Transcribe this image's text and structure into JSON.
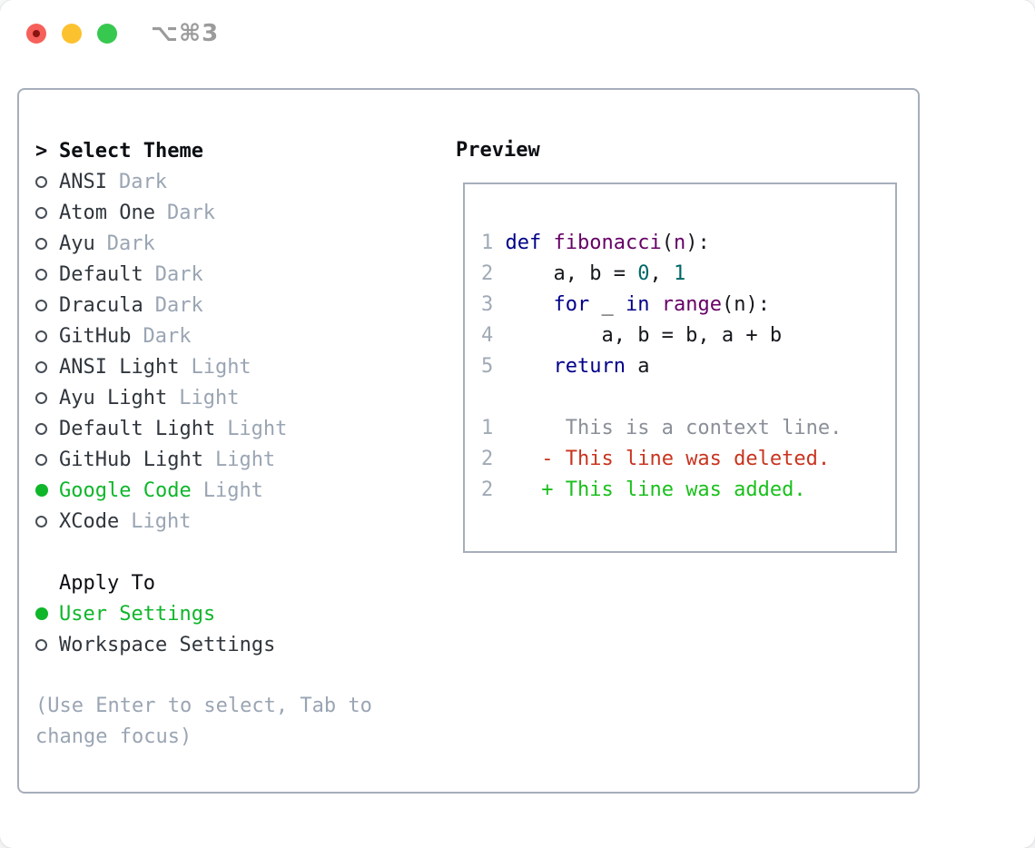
{
  "window": {
    "title": "⌥⌘3",
    "traffic_lights": {
      "close": "close-button",
      "minimize": "minimize-button",
      "zoom": "zoom-button"
    }
  },
  "colors": {
    "panel_border": "#a6aeba",
    "accent_green": "#0fb62a",
    "text_primary": "#30363d",
    "text_bold": "#0b0e12",
    "muted": "#9aa5b3",
    "traffic_red": "#f6605a",
    "traffic_red_dot": "#8a1410",
    "traffic_yellow": "#fcc12f",
    "traffic_green": "#37c84f",
    "code": {
      "line_number": "#a0aab6",
      "keyword": "#000088",
      "title": "#660066",
      "number": "#006666",
      "plain": "#15181c",
      "context": "#8a8f98",
      "deleted": "#c9341f",
      "added": "#1ac01c"
    }
  },
  "theme_selector": {
    "cursor": ">",
    "header": "Select Theme",
    "themes": [
      {
        "name": "ANSI",
        "variant": "Dark",
        "selected": false
      },
      {
        "name": "Atom One",
        "variant": "Dark",
        "selected": false
      },
      {
        "name": "Ayu",
        "variant": "Dark",
        "selected": false
      },
      {
        "name": "Default",
        "variant": "Dark",
        "selected": false
      },
      {
        "name": "Dracula",
        "variant": "Dark",
        "selected": false
      },
      {
        "name": "GitHub",
        "variant": "Dark",
        "selected": false
      },
      {
        "name": "ANSI Light",
        "variant": "Light",
        "selected": false
      },
      {
        "name": "Ayu Light",
        "variant": "Light",
        "selected": false
      },
      {
        "name": "Default Light",
        "variant": "Light",
        "selected": false
      },
      {
        "name": "GitHub Light",
        "variant": "Light",
        "selected": false
      },
      {
        "name": "Google Code",
        "variant": "Light",
        "selected": true
      },
      {
        "name": "XCode",
        "variant": "Light",
        "selected": false
      }
    ],
    "apply_to": {
      "header": "Apply To",
      "options": [
        {
          "name": "User Settings",
          "selected": true
        },
        {
          "name": "Workspace Settings",
          "selected": false
        }
      ]
    },
    "hint": "(Use Enter to select, Tab to change focus)"
  },
  "preview": {
    "header": "Preview",
    "lines": [
      {
        "num": "1",
        "tokens": [
          {
            "t": "def ",
            "c": "keyword"
          },
          {
            "t": "fibonacci",
            "c": "title"
          },
          {
            "t": "(",
            "c": "plain"
          },
          {
            "t": "n",
            "c": "title"
          },
          {
            "t": "):",
            "c": "plain"
          }
        ]
      },
      {
        "num": "2",
        "tokens": [
          {
            "t": "    a, b = ",
            "c": "plain"
          },
          {
            "t": "0",
            "c": "number"
          },
          {
            "t": ", ",
            "c": "plain"
          },
          {
            "t": "1",
            "c": "number"
          }
        ]
      },
      {
        "num": "3",
        "tokens": [
          {
            "t": "    ",
            "c": "plain"
          },
          {
            "t": "for",
            "c": "keyword"
          },
          {
            "t": " _ ",
            "c": "plain"
          },
          {
            "t": "in",
            "c": "keyword"
          },
          {
            "t": " ",
            "c": "plain"
          },
          {
            "t": "range",
            "c": "title"
          },
          {
            "t": "(n):",
            "c": "plain"
          }
        ]
      },
      {
        "num": "4",
        "tokens": [
          {
            "t": "        a, b = b, a + b",
            "c": "plain"
          }
        ]
      },
      {
        "num": "5",
        "tokens": [
          {
            "t": "    ",
            "c": "plain"
          },
          {
            "t": "return",
            "c": "keyword"
          },
          {
            "t": " a",
            "c": "plain"
          }
        ]
      },
      {
        "num": "",
        "tokens": []
      },
      {
        "num": "1",
        "tokens": [
          {
            "t": "     This is a context line.",
            "c": "context"
          }
        ]
      },
      {
        "num": "2",
        "tokens": [
          {
            "t": "   ",
            "c": "plain"
          },
          {
            "t": "- This line was deleted.",
            "c": "deleted"
          }
        ]
      },
      {
        "num": "2",
        "tokens": [
          {
            "t": "   ",
            "c": "plain"
          },
          {
            "t": "+ This line was added.",
            "c": "added"
          }
        ]
      }
    ]
  }
}
